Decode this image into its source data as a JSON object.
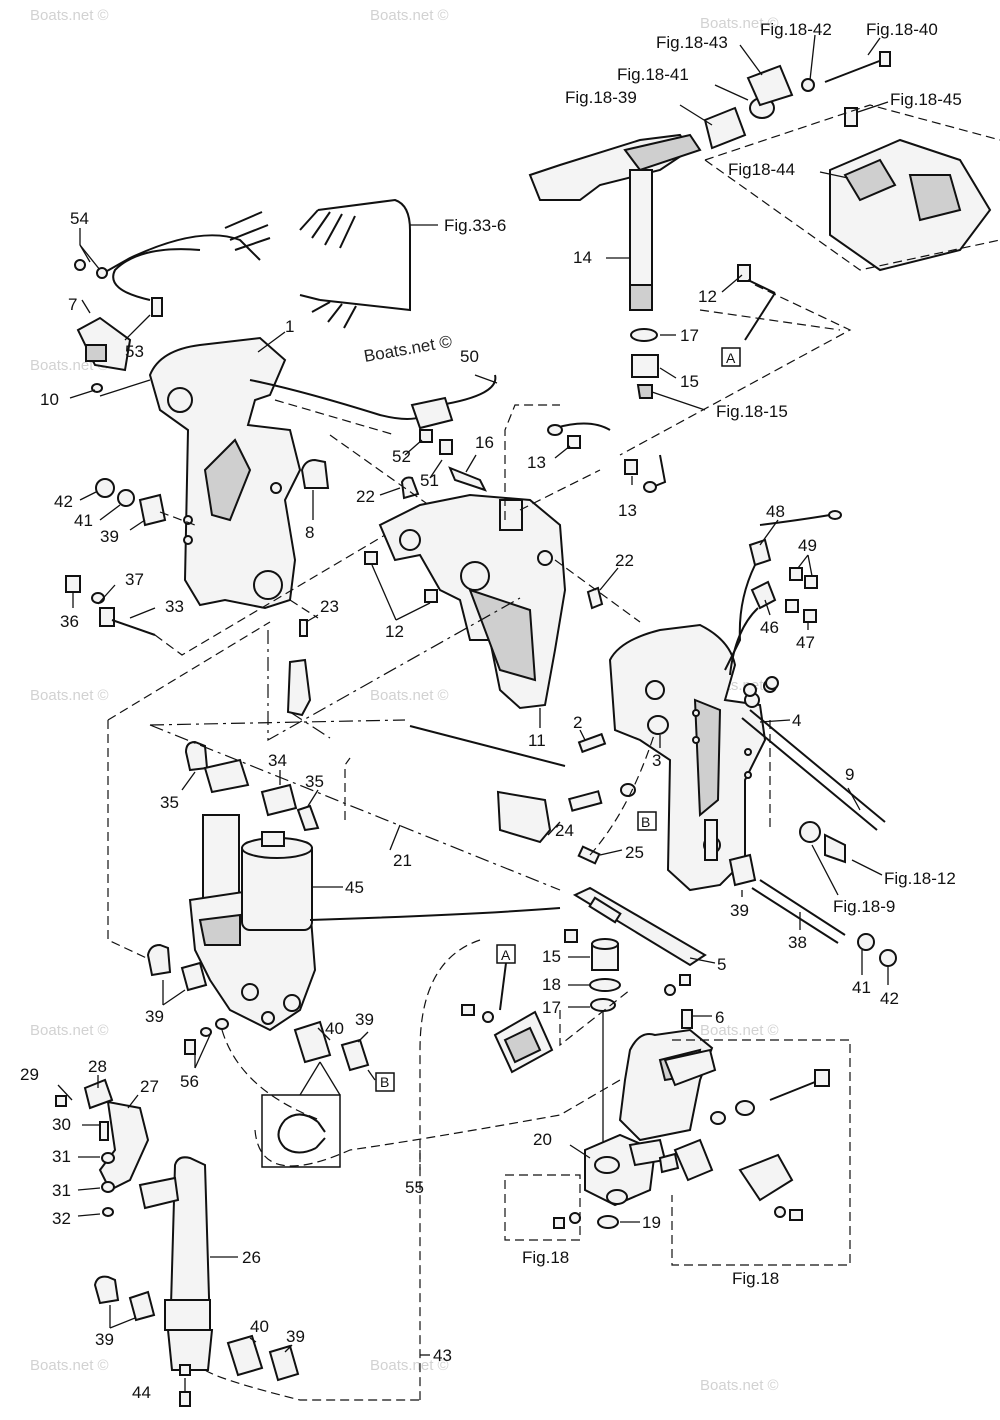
{
  "watermarks": {
    "main": "Boats.net ©",
    "faint": "Boats.net ©"
  },
  "labels": {
    "fig_18_43": "Fig.18-43",
    "fig_18_42": "Fig.18-42",
    "fig_18_40": "Fig.18-40",
    "fig_18_41": "Fig.18-41",
    "fig_18_39": "Fig.18-39",
    "fig_18_45": "Fig.18-45",
    "fig_18_44": "Fig18-44",
    "fig_33_6": "Fig.33-6",
    "fig_18_15": "Fig.18-15",
    "fig_18_12": "Fig.18-12",
    "fig_18_9": "Fig.18-9",
    "fig_18_a": "Fig.18",
    "fig_18_b": "Fig.18",
    "p54": "54",
    "p7": "7",
    "p53": "53",
    "p1": "1",
    "p10": "10",
    "p42a": "42",
    "p41a": "41",
    "p39a": "39",
    "p8": "8",
    "p36": "36",
    "p37": "37",
    "p33": "33",
    "p50": "50",
    "p52": "52",
    "p16": "16",
    "p51": "51",
    "p22a": "22",
    "p13a": "13",
    "p13b": "13",
    "p14": "14",
    "p12a": "12",
    "p17a": "17",
    "p15a": "15",
    "p12b": "12",
    "p22b": "22",
    "p23": "23",
    "p11": "11",
    "p48": "48",
    "p49": "49",
    "p46": "46",
    "p47": "47",
    "p2": "2",
    "p3": "3",
    "p4": "4",
    "p9": "9",
    "p35a": "35",
    "p34": "34",
    "p35b": "35",
    "p21": "21",
    "p24": "24",
    "p25": "25",
    "p45": "45",
    "p39b": "39",
    "p38": "38",
    "p41b": "41",
    "p42b": "42",
    "p15b": "15",
    "p18": "18",
    "p17b": "17",
    "p5": "5",
    "p6": "6",
    "p39c": "39",
    "p40a": "40",
    "p39d": "39",
    "p56": "56",
    "p29": "29",
    "p28": "28",
    "p27": "27",
    "p30": "30",
    "p31a": "31",
    "p31b": "31",
    "p32": "32",
    "p20": "20",
    "p19": "19",
    "p55": "55",
    "p26": "26",
    "p39e": "39",
    "p40b": "40",
    "p39f": "39",
    "p43": "43",
    "p44": "44"
  },
  "boxes": {
    "A_top": "A",
    "B_left": "B",
    "A_bottom": "A",
    "B_bottom": "B"
  }
}
